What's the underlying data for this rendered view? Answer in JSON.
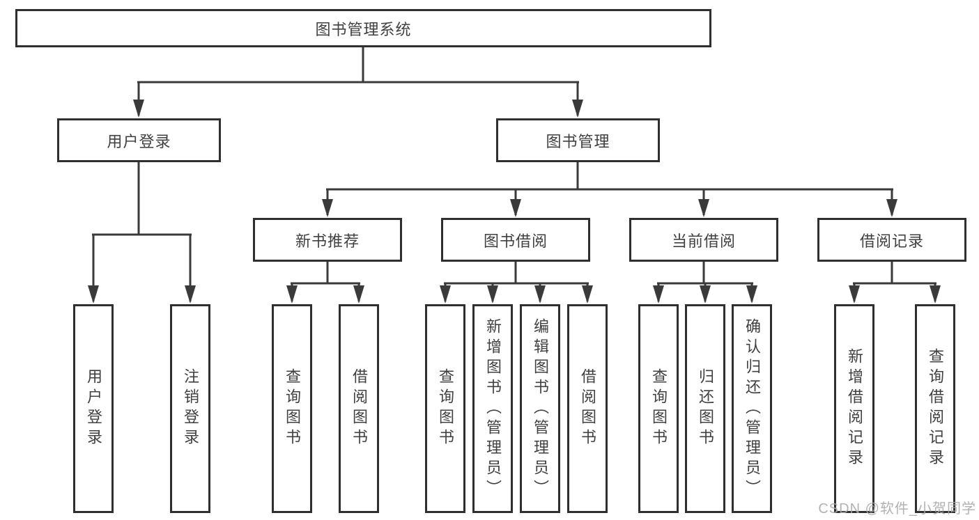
{
  "tree": {
    "label": "图书管理系统",
    "children": [
      {
        "label": "用户登录",
        "children": [
          {
            "label": "用户登录"
          },
          {
            "label": "注销登录"
          }
        ]
      },
      {
        "label": "图书管理",
        "children": [
          {
            "label": "新书推荐",
            "children": [
              {
                "label": "查询图书"
              },
              {
                "label": "借阅图书"
              }
            ]
          },
          {
            "label": "图书借阅",
            "children": [
              {
                "label": "查询图书"
              },
              {
                "label": "新增图书（管理员）"
              },
              {
                "label": "编辑图书（管理员）"
              },
              {
                "label": "借阅图书"
              }
            ]
          },
          {
            "label": "当前借阅",
            "children": [
              {
                "label": "查询图书"
              },
              {
                "label": "归还图书"
              },
              {
                "label": "确认归还（管理员）"
              }
            ]
          },
          {
            "label": "借阅记录",
            "children": [
              {
                "label": "新增借阅记录"
              },
              {
                "label": "查询借阅记录"
              }
            ]
          }
        ]
      }
    ]
  },
  "watermark": "CSDN @软件_小贺同学",
  "colors": {
    "line": "#3a3a3a",
    "box_border": "#2f2f2f",
    "text": "#404040",
    "watermark": "#aaaaaa",
    "background": "#ffffff"
  }
}
